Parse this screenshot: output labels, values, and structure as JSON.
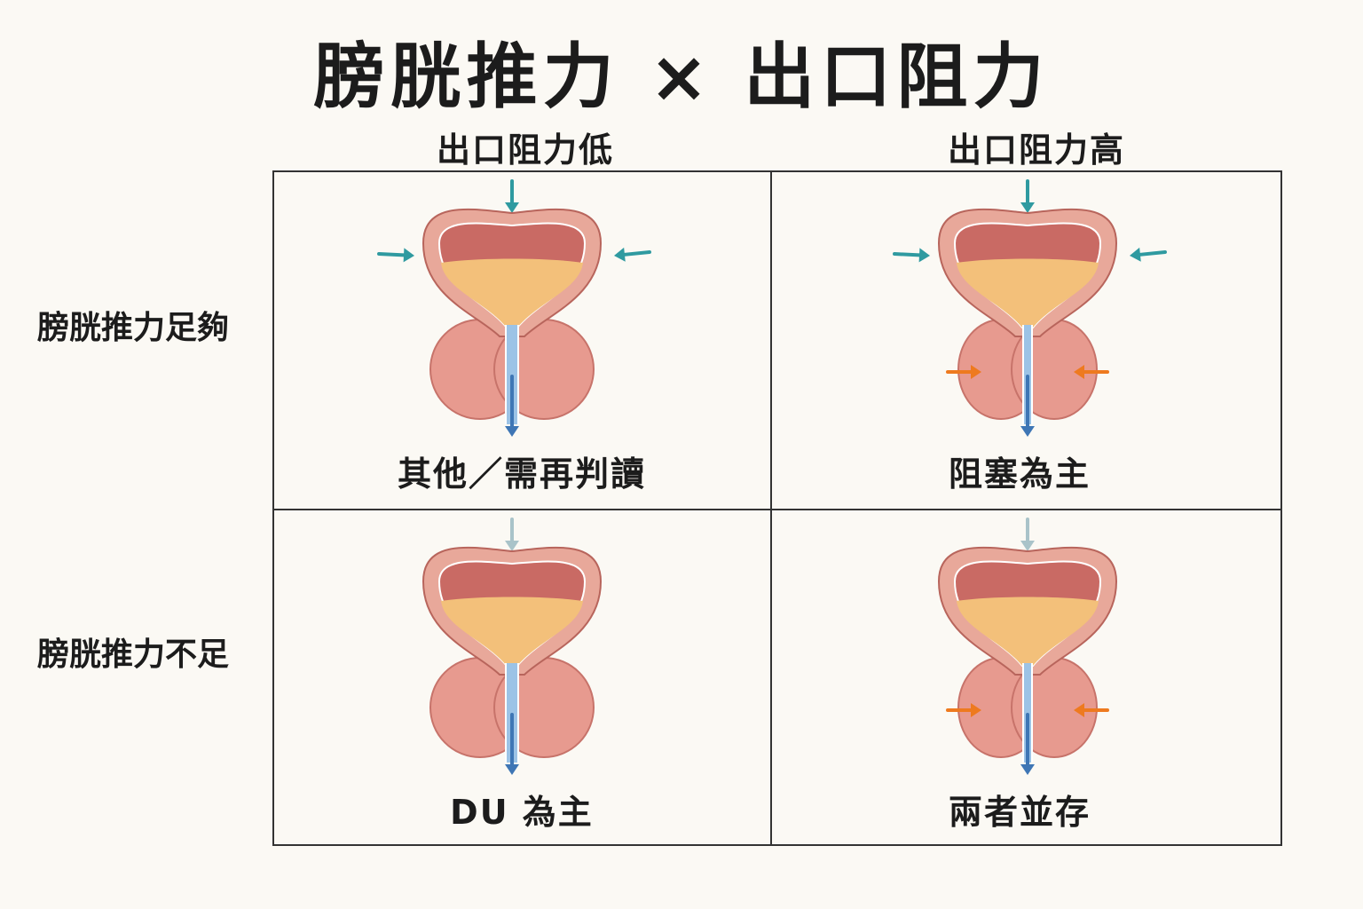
{
  "title": "膀胱推力 × 出口阻力",
  "columns": [
    "出口阻力低",
    "出口阻力高"
  ],
  "rows": [
    "膀胱推力足夠",
    "膀胱推力不足"
  ],
  "cells": [
    {
      "label": "其他／需再判讀",
      "push": "strong",
      "obstruction": false
    },
    {
      "label": "阻塞為主",
      "push": "strong",
      "obstruction": true
    },
    {
      "label": "DU 為主",
      "push": "weak",
      "obstruction": false
    },
    {
      "label": "兩者並存",
      "push": "weak",
      "obstruction": true
    }
  ],
  "colors": {
    "push_arrow": "#2f9aa0",
    "weak_push_arrow": "#a9c3c9",
    "obstruction_arrow": "#ee7a1f",
    "flow_arrow": "#3e76b5",
    "bladder_wall": "#e8a89a",
    "bladder_inner": "#c96a64",
    "urine": "#f3c07a",
    "prostate": "#e79a8f"
  }
}
